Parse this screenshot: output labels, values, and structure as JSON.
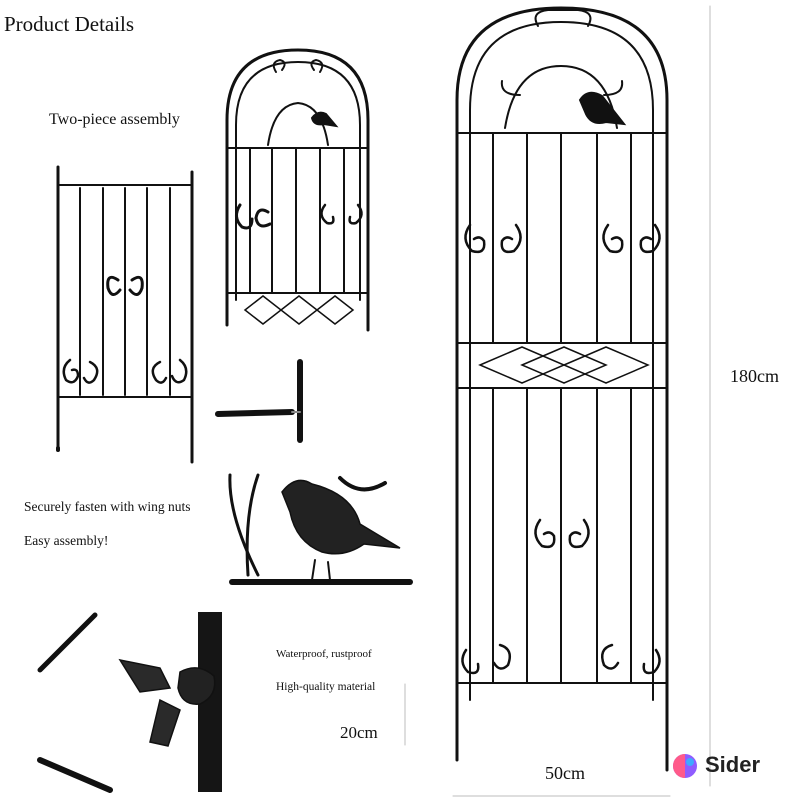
{
  "header": {
    "title": "Product Details"
  },
  "labels": {
    "two_piece": "Two-piece assembly",
    "fasten": "Securely fasten with wing nuts",
    "easy": "Easy assembly!",
    "waterproof": "Waterproof, rustproof",
    "quality": "High-quality material"
  },
  "dimensions": {
    "height": "180cm",
    "width": "50cm",
    "spike": "20cm"
  },
  "brand": {
    "name": "Sider",
    "icon": "sider-logo-icon",
    "colors": [
      "#ff5a8a",
      "#8f5cff",
      "#3fa9ff"
    ]
  },
  "colors": {
    "metal": "#111111",
    "dimension_line": "#bdbdbd"
  }
}
